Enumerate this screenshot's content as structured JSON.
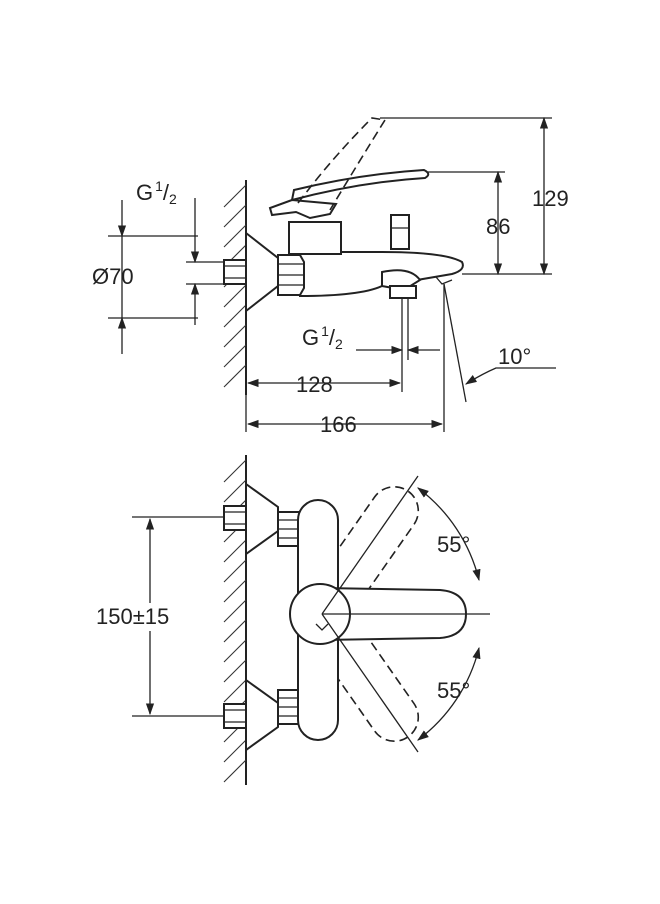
{
  "dimensions": {
    "thread_label_left": {
      "main": "G",
      "sup": "1",
      "slash": "/",
      "sub": "2"
    },
    "thread_label_spout": {
      "main": "G",
      "sup": "1",
      "slash": "/",
      "sub": "2"
    },
    "diameter": "Ø70",
    "height_86": "86",
    "height_129": "129",
    "width_128": "128",
    "width_166": "166",
    "angle_spout": "10°",
    "centres": "150±15",
    "angle_upper": "55°",
    "angle_lower": "55°"
  }
}
